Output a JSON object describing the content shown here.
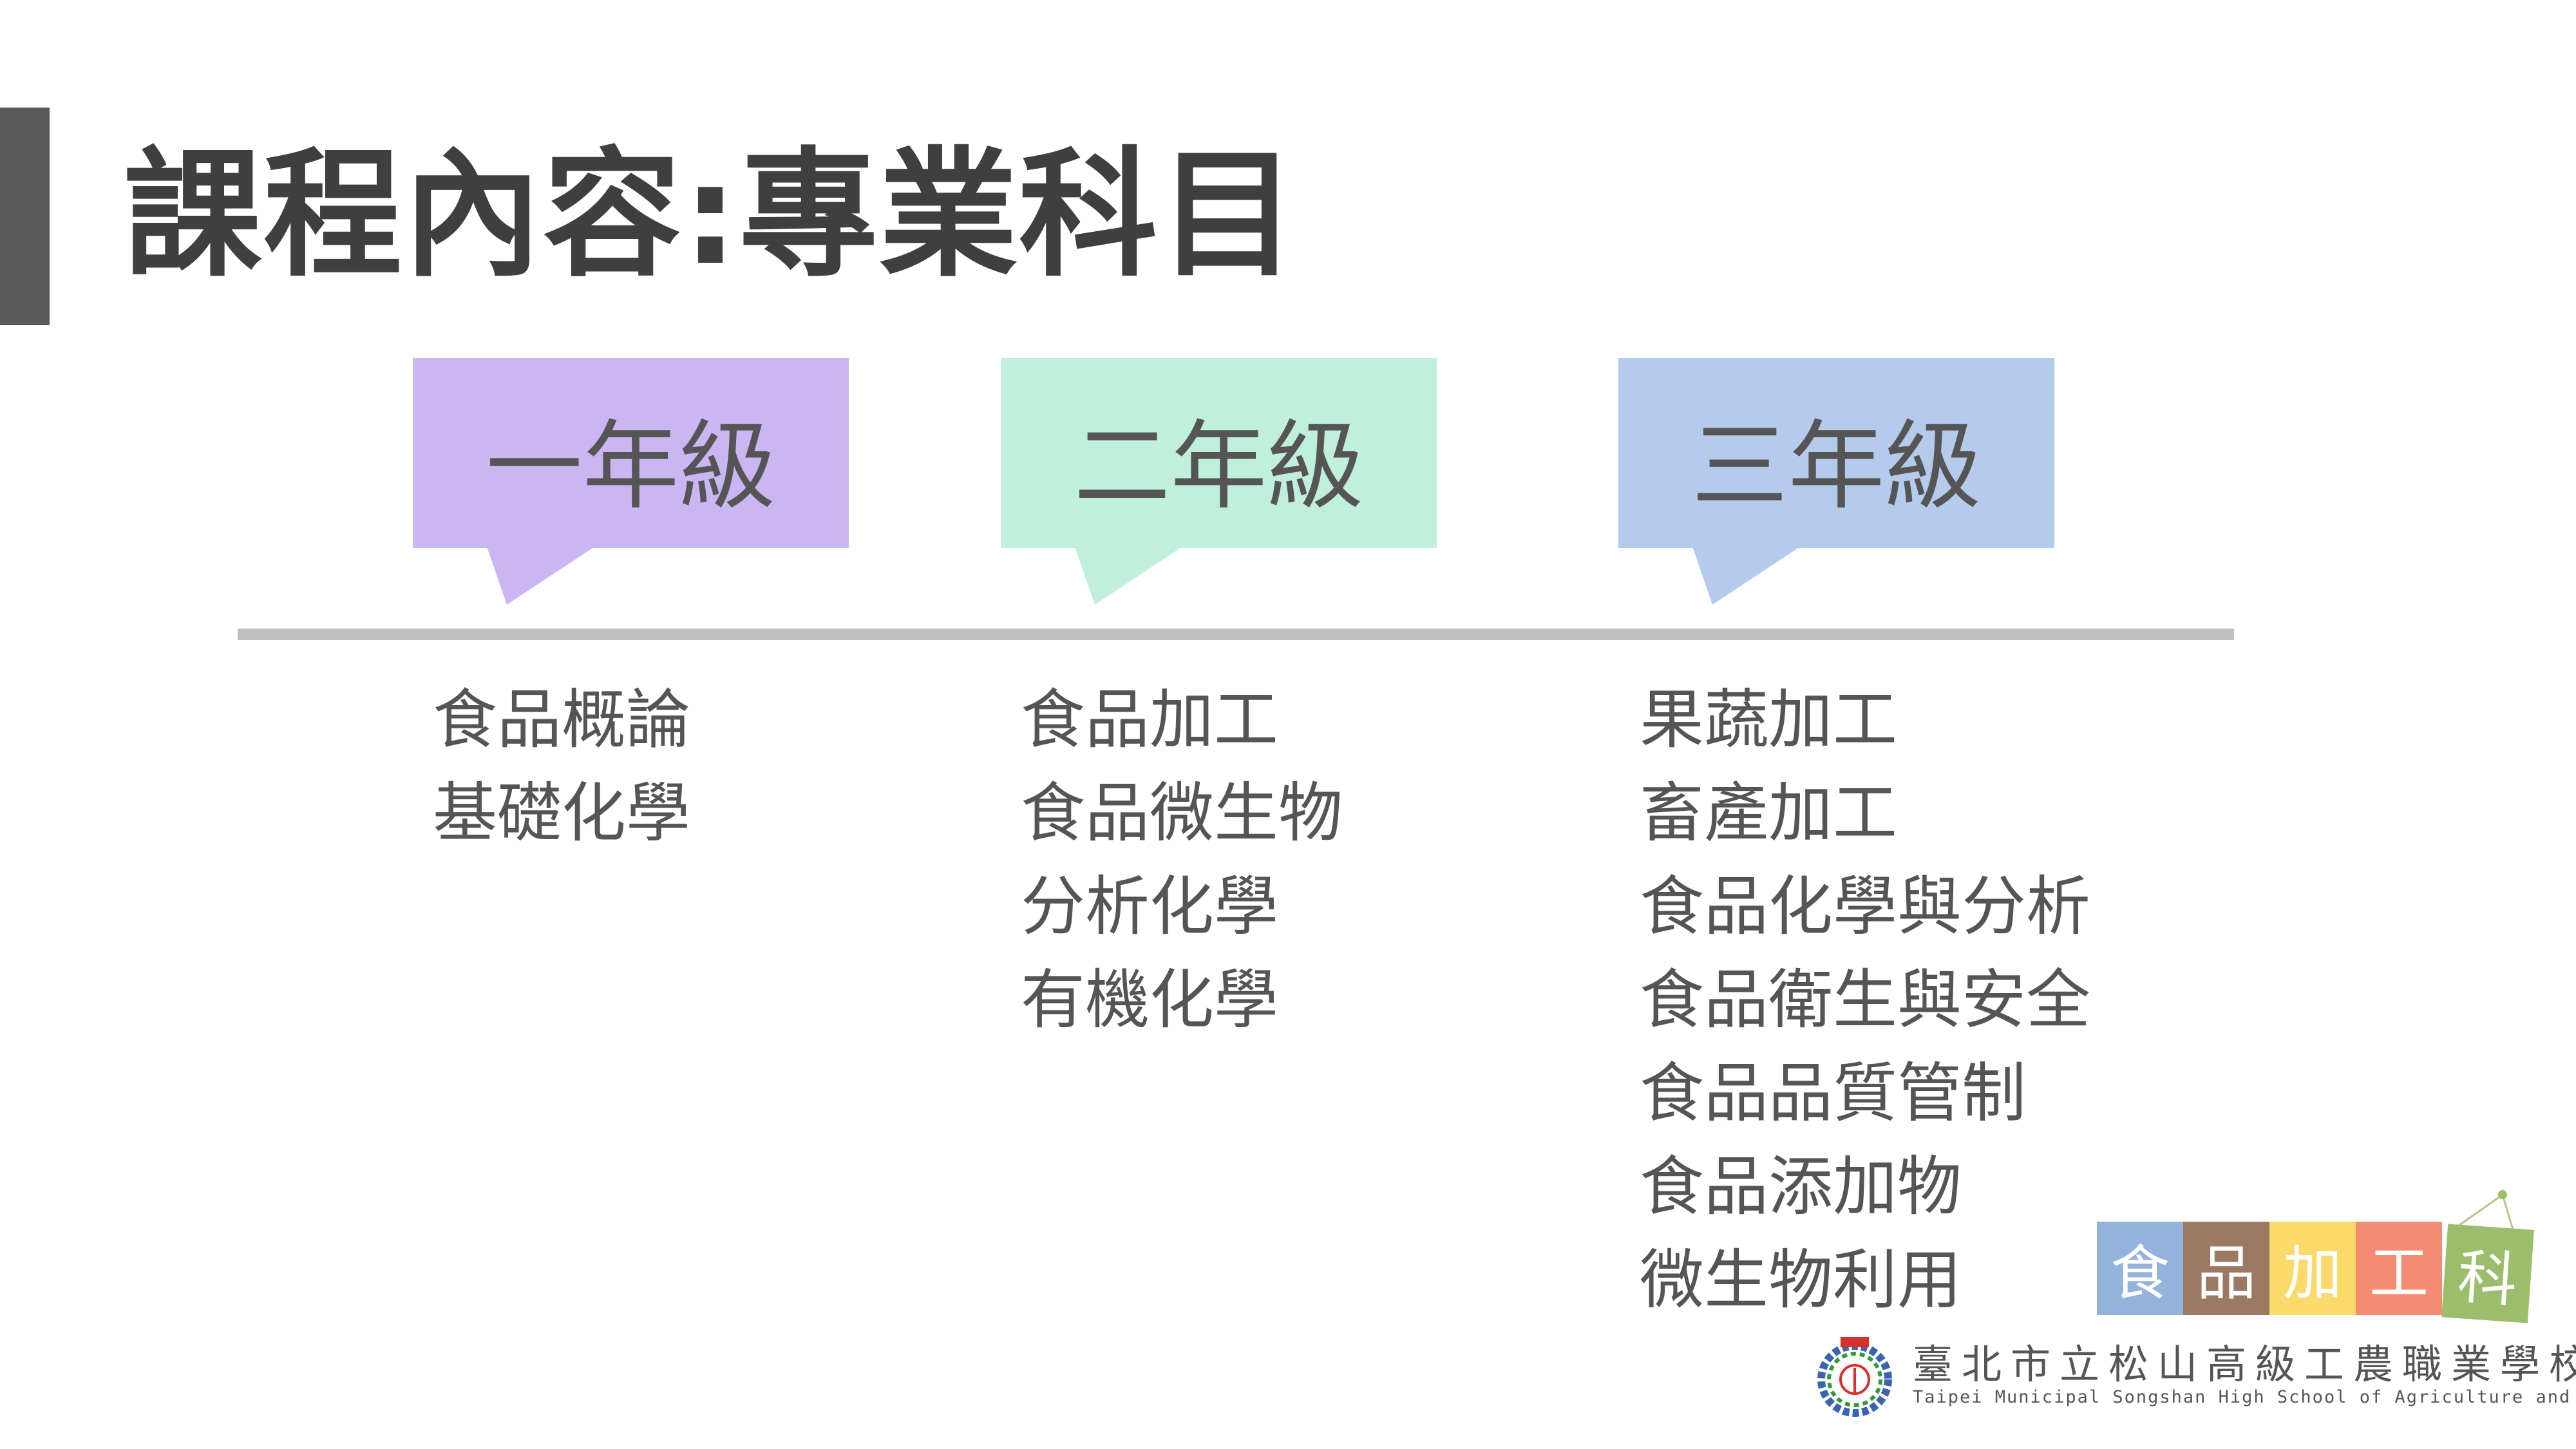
{
  "title": "課程內容:專業科目",
  "grades": [
    {
      "label": "一年級",
      "color": "#cbb6f4",
      "courses": [
        "食品概論",
        "基礎化學"
      ]
    },
    {
      "label": "二年級",
      "color": "#c0f0dc",
      "courses": [
        "食品加工",
        "食品微生物",
        "分析化學",
        "有機化學"
      ]
    },
    {
      "label": "三年級",
      "color": "#b4cbec",
      "courses": [
        "果蔬加工",
        "畜產加工",
        "食品化學與分析",
        "食品衛生與安全",
        "食品品質管制",
        "食品添加物",
        "微生物利用"
      ]
    }
  ],
  "dept_logo": {
    "chars": [
      "食",
      "品",
      "加",
      "工",
      "科"
    ],
    "colors": [
      "#93b3dc",
      "#9a7a62",
      "#fcd96b",
      "#f48b72",
      "#9cbd6b"
    ]
  },
  "school": {
    "name_zh": "臺北市立松山高級工農職業學校",
    "name_en": "Taipei Municipal Songshan High School of Agriculture and Industry"
  }
}
